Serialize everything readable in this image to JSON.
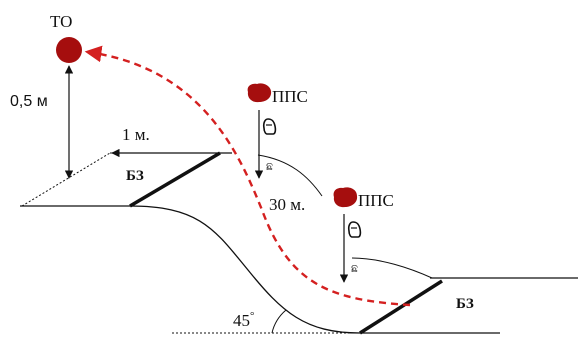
{
  "labels": {
    "to": "ТО",
    "height": "0,5 м",
    "dist_1m": "1 м.",
    "bz_top": "БЗ",
    "pps_upper": "ППС",
    "dist_30m": "30 м.",
    "pps_lower": "ППС",
    "angle": "45",
    "angle_unit": "°",
    "bz_bottom": "БЗ"
  },
  "colors": {
    "target": "#a50e0e",
    "trajectory": "#d42020",
    "line": "#111111"
  },
  "icons": {
    "target": "red-circle-icon",
    "pps_marker": "red-blob-icon",
    "figure": "person-icon"
  }
}
